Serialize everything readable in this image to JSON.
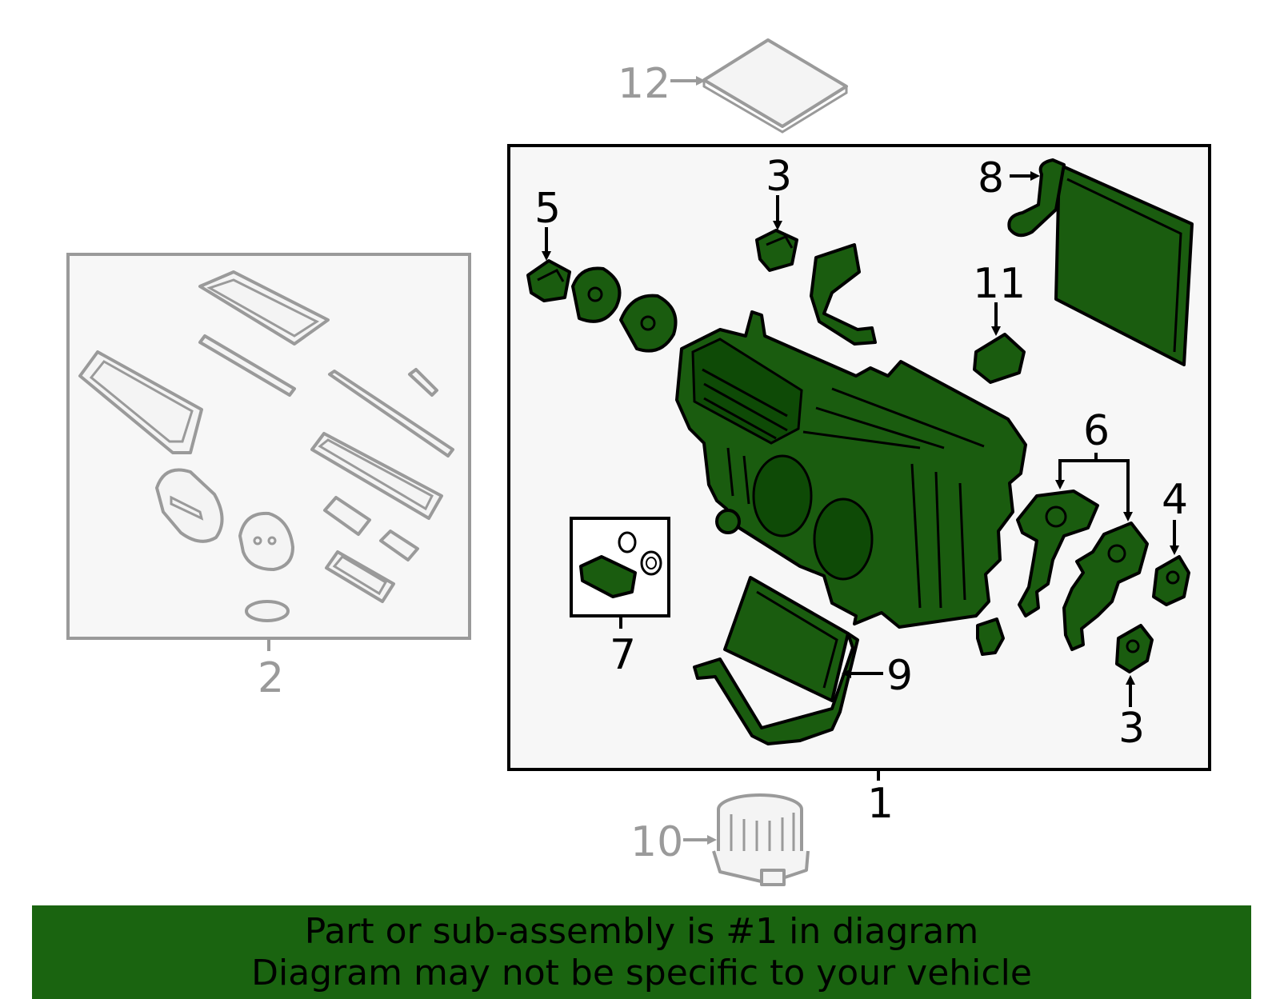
{
  "callouts": {
    "c1": "1",
    "c2": "2",
    "c3a": "3",
    "c3b": "3",
    "c4": "4",
    "c5": "5",
    "c6": "6",
    "c7": "7",
    "c8": "8",
    "c9": "9",
    "c10": "10",
    "c11": "11",
    "c12": "12"
  },
  "colors": {
    "part_green": "#1a5c0f",
    "banner_green": "#1a6410",
    "ghost_grey": "#9a9a9a",
    "outline": "#000000"
  },
  "banner": {
    "line1": "Part or sub-assembly is #1 in diagram",
    "line2": "Diagram may not be specific to your vehicle"
  }
}
